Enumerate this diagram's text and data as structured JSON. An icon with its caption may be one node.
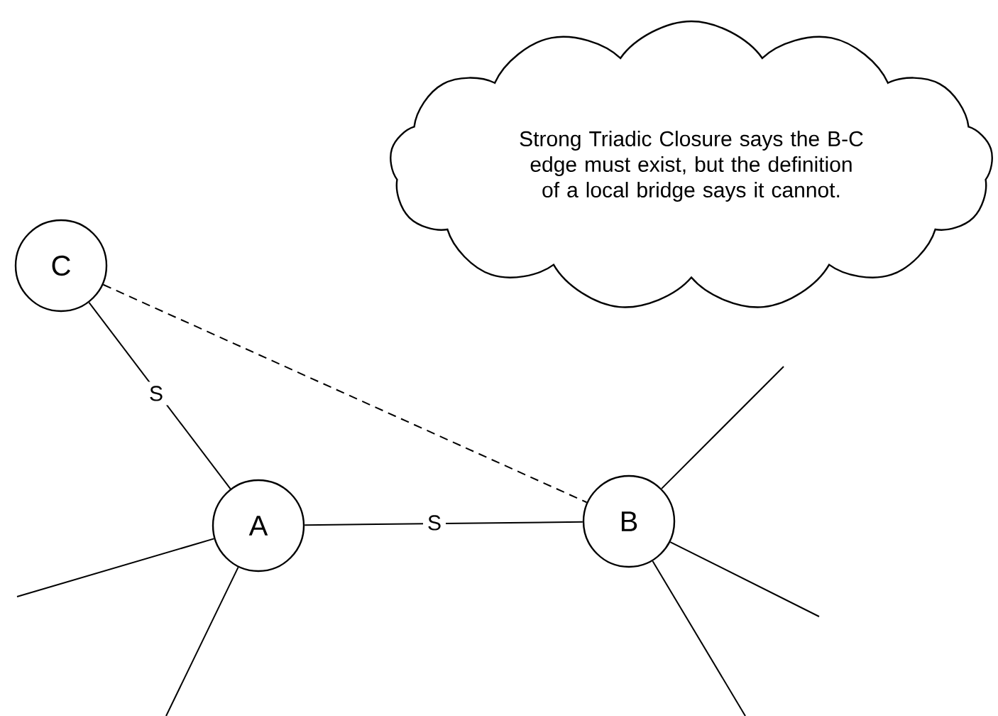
{
  "diagram": {
    "nodes": [
      {
        "text": [
          "Strong Triadic Closure says the B-C edge must exist, but the definition of a local bridge says it cannot."
        ]
      },
      {
        "text": [
          "C"
        ]
      },
      {
        "text": [
          "A"
        ]
      },
      {
        "text": [
          "B"
        ]
      }
    ],
    "edges": [
      {
        "from": 1,
        "to": 2,
        "arrow": "none",
        "label": "S"
      },
      {
        "from": 2,
        "to": 3,
        "arrow": "none",
        "label": "S"
      },
      {
        "from": 1,
        "to": 3,
        "arrow": "none",
        "style": "dashed"
      },
      {
        "from": 2,
        "to": null,
        "arrow": "none"
      },
      {
        "from": 2,
        "to": null,
        "arrow": "none"
      },
      {
        "from": 3,
        "to": null,
        "arrow": "none"
      },
      {
        "from": 3,
        "to": null,
        "arrow": "none"
      },
      {
        "from": 3,
        "to": null,
        "arrow": "none"
      }
    ]
  }
}
